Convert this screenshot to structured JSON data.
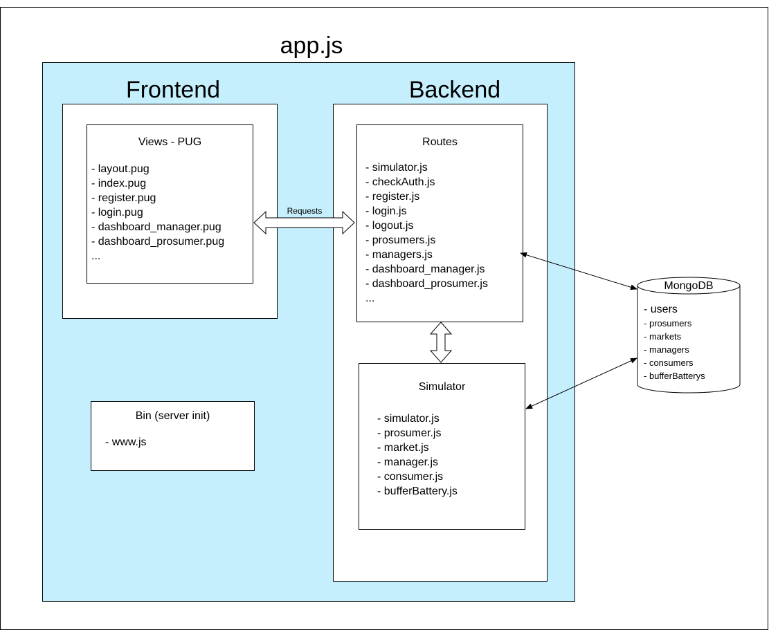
{
  "title": "app.js",
  "frontend": {
    "title": "Frontend",
    "views": {
      "title": "Views - PUG",
      "items": [
        "- layout.pug",
        "- index.pug",
        "- register.pug",
        "- login.pug",
        "- dashboard_manager.pug",
        "- dashboard_prosumer.pug",
        "..."
      ]
    },
    "bin": {
      "title": "Bin (server init)",
      "items": [
        "- www.js"
      ]
    }
  },
  "backend": {
    "title": "Backend",
    "routes": {
      "title": "Routes",
      "items": [
        "- simulator.js",
        "- checkAuth.js",
        "- register.js",
        "- login.js",
        "- logout.js",
        "- prosumers.js",
        "- managers.js",
        "- dashboard_manager.js",
        "- dashboard_prosumer.js",
        "..."
      ]
    },
    "simulator": {
      "title": "Simulator",
      "items": [
        "- simulator.js",
        "- prosumer.js",
        "- market.js",
        "- manager.js",
        "- consumer.js",
        "- bufferBattery.js"
      ]
    }
  },
  "connector": {
    "requests_label": "Requests"
  },
  "database": {
    "title": "MongoDB",
    "main_item": "- users",
    "items": [
      "- prosumers",
      "- markets",
      "- managers",
      "- consumers",
      "- bufferBatterys"
    ]
  },
  "colors": {
    "app_area": "#c6effd",
    "box": "#ffffff",
    "stroke": "#000000"
  }
}
